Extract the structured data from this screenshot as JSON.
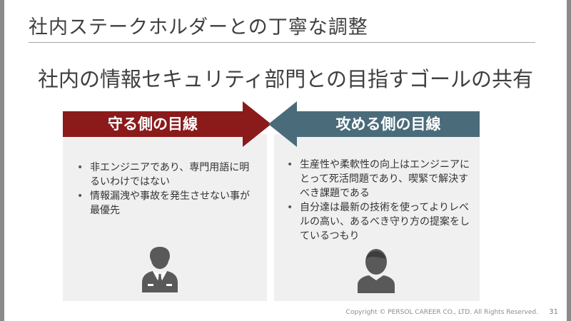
{
  "slide": {
    "title": "社内ステークホルダーとの丁寧な調整",
    "subtitle": "社内の情報セキュリティ部門との目指すゴールの共有"
  },
  "left_panel": {
    "heading": "守る側の目線",
    "bullets": [
      "非エンジニアであり、専門用語に明るいわけではない",
      "情報漏洩や事故を発生させない事が最優先"
    ],
    "icon": "businessman-icon",
    "color": "#8b1a1a"
  },
  "right_panel": {
    "heading": "攻める側の目線",
    "bullets": [
      "生産性や柔軟性の向上はエンジニアにとって死活問題であり、喫緊で解決すべき課題である",
      "自分達は最新の技術を使ってよりレベルの高い、あるべき守り方の提案をしているつもり"
    ],
    "icon": "user-icon",
    "color": "#4a6b7a"
  },
  "footer": {
    "copyright": "Copyright © PERSOL CAREER CO., LTD. All Rights Reserved.",
    "page_number": "31"
  }
}
